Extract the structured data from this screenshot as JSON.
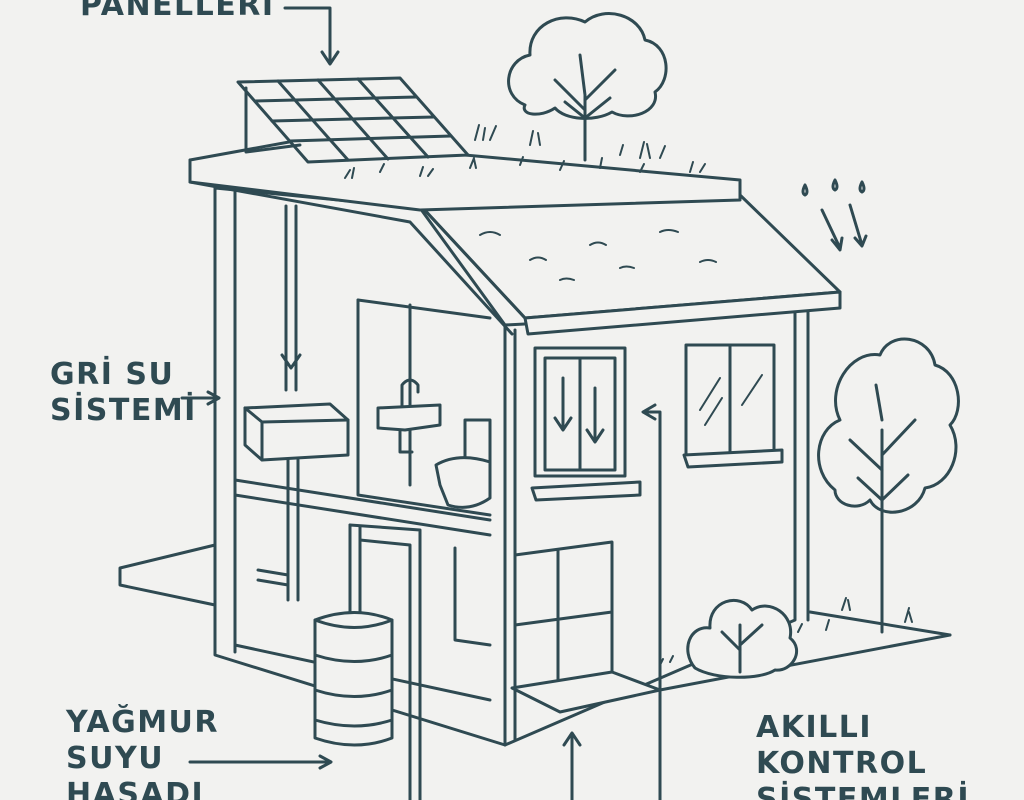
{
  "labels": {
    "solar": "PANELLERİ",
    "grey_water": [
      "GRİ SU",
      "SİSTEMİ"
    ],
    "rain": [
      "YAĞMUR",
      "SUYU",
      "HASADI"
    ],
    "smart": [
      "AKILLI",
      "KONTROL",
      "SİSTEMLERİ"
    ]
  },
  "colors": {
    "line": "#2f4a52",
    "background": "#f2f2f0"
  }
}
